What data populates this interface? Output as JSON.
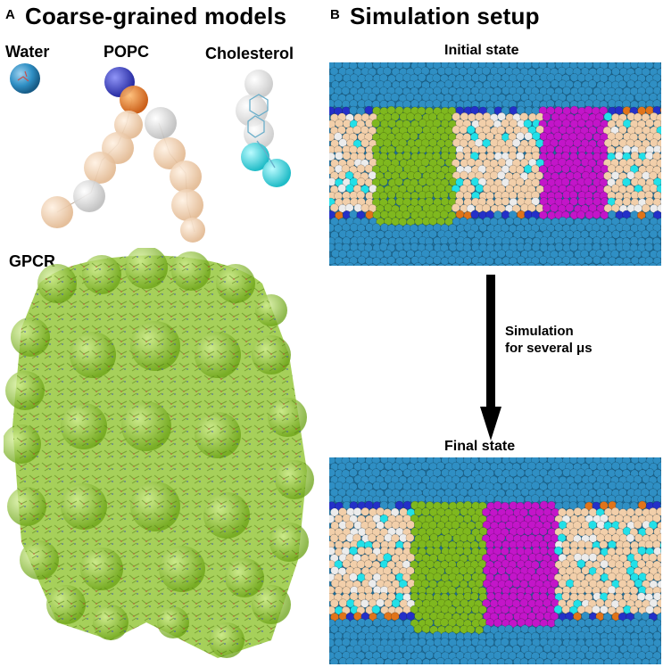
{
  "panel_a": {
    "letter": "A",
    "title": "Coarse-grained models",
    "labels": {
      "water": "Water",
      "popc": "POPC",
      "cholesterol": "Cholesterol",
      "gpcr": "GPCR"
    }
  },
  "panel_b": {
    "letter": "B",
    "title": "Simulation setup",
    "initial_label": "Initial state",
    "final_label": "Final state",
    "arrow_text_line1": "Simulation",
    "arrow_text_line2": "for several μs"
  },
  "colors": {
    "water": "#2f8fc4",
    "popc_head_blue": "#2430c8",
    "popc_head_orange": "#e0741a",
    "lipid_tail": "#f2cfaa",
    "lipid_white": "#ececec",
    "cholesterol_cyan": "#22e0e8",
    "gpcr_green": "#7fb81e",
    "protein_magenta": "#c315c9"
  }
}
